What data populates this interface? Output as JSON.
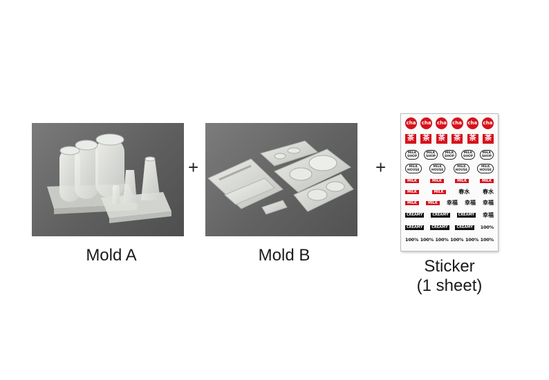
{
  "products": [
    {
      "caption": "Mold A",
      "image_icon": "mold-a-photo"
    },
    {
      "caption": "Mold B",
      "image_icon": "mold-b-photo"
    },
    {
      "caption_lines": [
        "Sticker",
        "(1 sheet)"
      ],
      "image_icon": "sticker-sheet"
    }
  ],
  "separator": "+",
  "sticker": {
    "cha": "cha",
    "cha_kanji": "茶",
    "milk_shop": "MILK\nSHOP",
    "milk_house": "MILK\nHOUSE",
    "milk": "MILK",
    "creamy": "CREAMY",
    "kanji_a": "春水",
    "kanji_b": "幸福",
    "pct": "100%"
  },
  "colors": {
    "accent_red": "#d6121c",
    "photo_bg": "#666666",
    "text": "#1a1a1a"
  }
}
